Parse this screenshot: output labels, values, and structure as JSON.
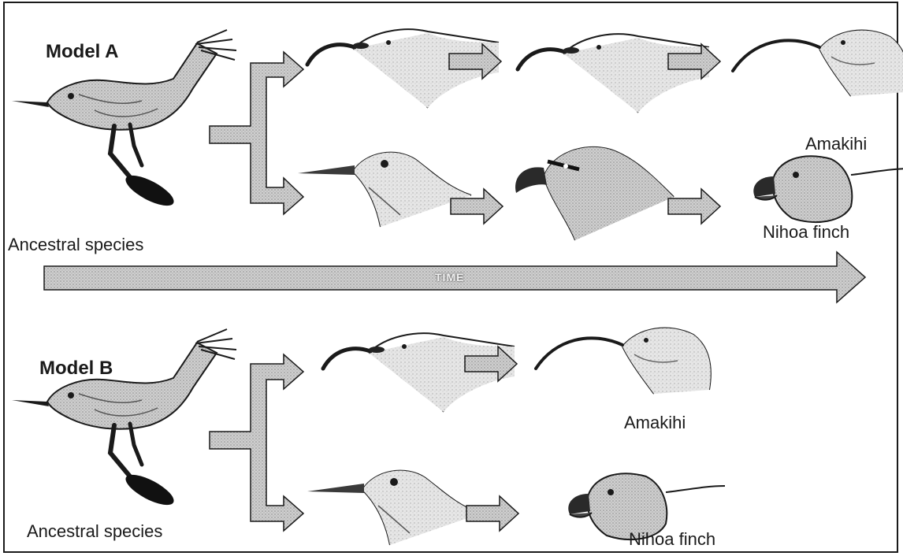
{
  "model_a": {
    "title": "Model A",
    "ancestor_label": "Ancestral species",
    "upper_end_label": "Amakihi",
    "lower_end_label": "Nihoa finch"
  },
  "time_arrow": {
    "label": "TIME"
  },
  "model_b": {
    "title": "Model B",
    "ancestor_label": "Ancestral species",
    "upper_end_label": "Amakihi",
    "lower_end_label": "Nihoa finch"
  },
  "colors": {
    "outline": "#1a1a1a",
    "arrow_fill": "#c8c8c8",
    "bird_body": "#b9b9b9",
    "bird_dark": "#2b2b2b"
  }
}
